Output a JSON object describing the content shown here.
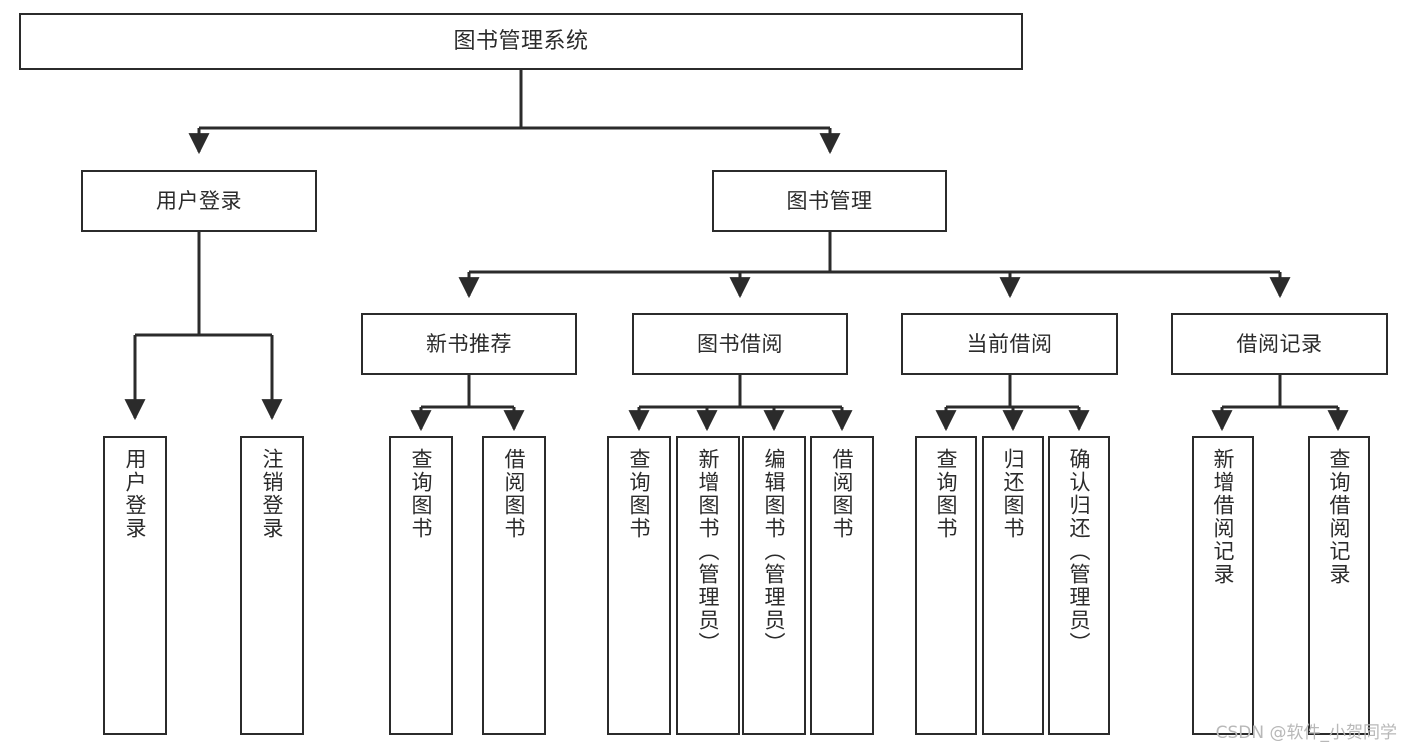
{
  "diagram": {
    "title": "图书管理系统",
    "type": "tree-hierarchy-chart",
    "colors": {
      "stroke": "#2b2b2b",
      "fill": "#ffffff",
      "text": "#2b2b2b",
      "watermark": "#b8b8b8"
    },
    "watermark": "CSDN @软件_小贺同学",
    "levels": {
      "root": {
        "label": "图书管理系统"
      },
      "level1": [
        {
          "label": "用户登录"
        },
        {
          "label": "图书管理"
        }
      ],
      "level2": [
        {
          "label": "新书推荐"
        },
        {
          "label": "图书借阅"
        },
        {
          "label": "当前借阅"
        },
        {
          "label": "借阅记录"
        }
      ],
      "leaves_user_login": [
        {
          "label": "用户登录"
        },
        {
          "label": "注销登录"
        }
      ],
      "leaves_new_books": [
        {
          "label": "查询图书"
        },
        {
          "label": "借阅图书"
        }
      ],
      "leaves_borrow_books": [
        {
          "label": "查询图书"
        },
        {
          "label": "新增图书（管理员）"
        },
        {
          "label": "编辑图书（管理员）"
        },
        {
          "label": "借阅图书"
        }
      ],
      "leaves_current_borrow": [
        {
          "label": "查询图书"
        },
        {
          "label": "归还图书"
        },
        {
          "label": "确认归还（管理员）"
        }
      ],
      "leaves_borrow_records": [
        {
          "label": "新增借阅记录"
        },
        {
          "label": "查询借阅记录"
        }
      ]
    }
  }
}
